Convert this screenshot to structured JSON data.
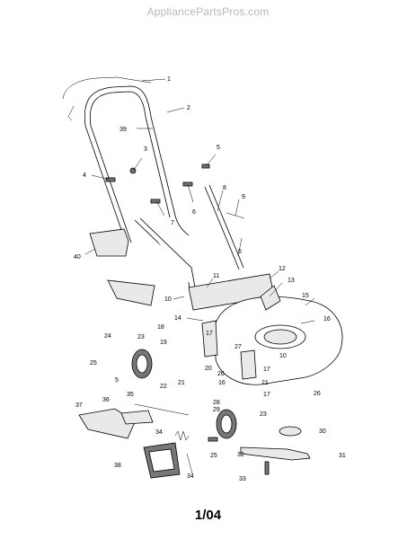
{
  "watermark": "AppliancePartsPros.com",
  "page_number": "1/04",
  "callouts": [
    "1",
    "2",
    "39",
    "3",
    "5",
    "4",
    "8",
    "9",
    "6",
    "7",
    "40",
    "6",
    "11",
    "12",
    "13",
    "10",
    "15",
    "14",
    "16",
    "18",
    "17",
    "24",
    "23",
    "19",
    "20",
    "27",
    "10",
    "25",
    "26",
    "17",
    "21",
    "16",
    "22",
    "26",
    "5",
    "21",
    "28",
    "17",
    "35",
    "29",
    "36",
    "37",
    "34",
    "23",
    "30",
    "25",
    "32",
    "31",
    "38",
    "34",
    "33"
  ]
}
